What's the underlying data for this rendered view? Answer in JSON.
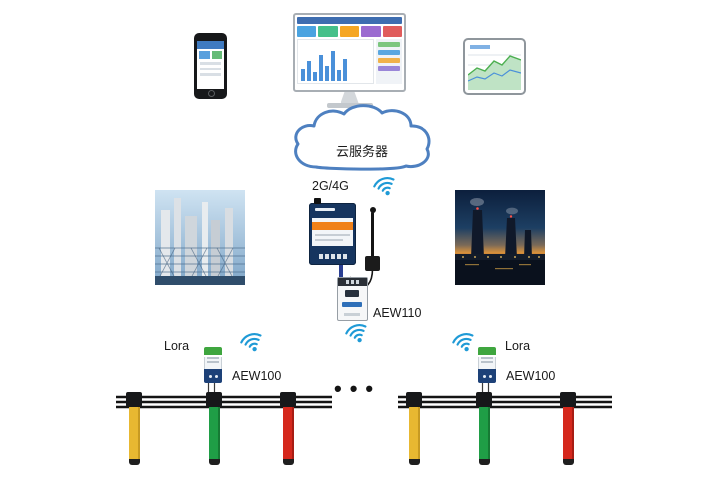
{
  "diagram_labels": {
    "cloud_server": "云服务器",
    "uplink": "2G/4G",
    "gateway_model": "AEW110",
    "lora_left": "Lora",
    "lora_right": "Lora",
    "collector_left": "AEW100",
    "collector_right": "AEW100",
    "more_nodes_ellipsis": "•••"
  },
  "palette": {
    "cloud_outline": "#4e80c0",
    "wifi_icon": "#1f9ad6",
    "ct_yellow": "#e8b831",
    "ct_green": "#1f9e46",
    "ct_red": "#d5281d",
    "cable_black": "#141414",
    "device_navy": "#16355f",
    "device_orange": "#f08119",
    "collector_green": "#3fa63f"
  }
}
